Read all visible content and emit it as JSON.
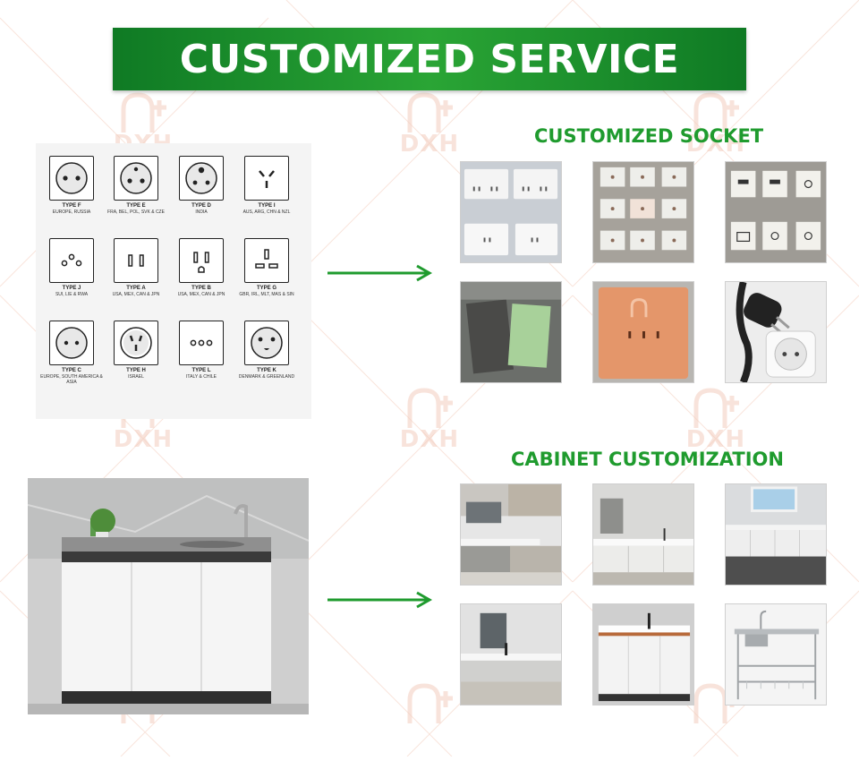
{
  "banner": {
    "title": "CUSTOMIZED SERVICE"
  },
  "sections": {
    "socket_title": "CUSTOMIZED SOCKET",
    "cabinet_title": "CABINET CUSTOMIZATION"
  },
  "watermark": {
    "text": "DXH"
  },
  "socket_types": [
    {
      "type": "TYPE F",
      "region": "EUROPE, RUSSIA"
    },
    {
      "type": "TYPE E",
      "region": "FRA, BEL, POL, SVK & CZE"
    },
    {
      "type": "TYPE D",
      "region": "INDIA"
    },
    {
      "type": "TYPE I",
      "region": "AUS, ARG, CHN & NZL"
    },
    {
      "type": "TYPE J",
      "region": "SUI, LIE & RWA"
    },
    {
      "type": "TYPE A",
      "region": "USA, MEX, CAN & JPN"
    },
    {
      "type": "TYPE B",
      "region": "USA, MEX, CAN & JPN"
    },
    {
      "type": "TYPE G",
      "region": "GBR, IRL, MLT, MAS & SIN"
    },
    {
      "type": "TYPE C",
      "region": "EUROPE, SOUTH AMERICA & ASIA"
    },
    {
      "type": "TYPE H",
      "region": "ISRAEL"
    },
    {
      "type": "TYPE L",
      "region": "ITALY & CHILE"
    },
    {
      "type": "TYPE K",
      "region": "DENMARK & GREENLAND"
    }
  ],
  "colors": {
    "banner": "#1f9b2e",
    "accent": "#1f9b2e",
    "watermark": "#f3cdbf"
  }
}
